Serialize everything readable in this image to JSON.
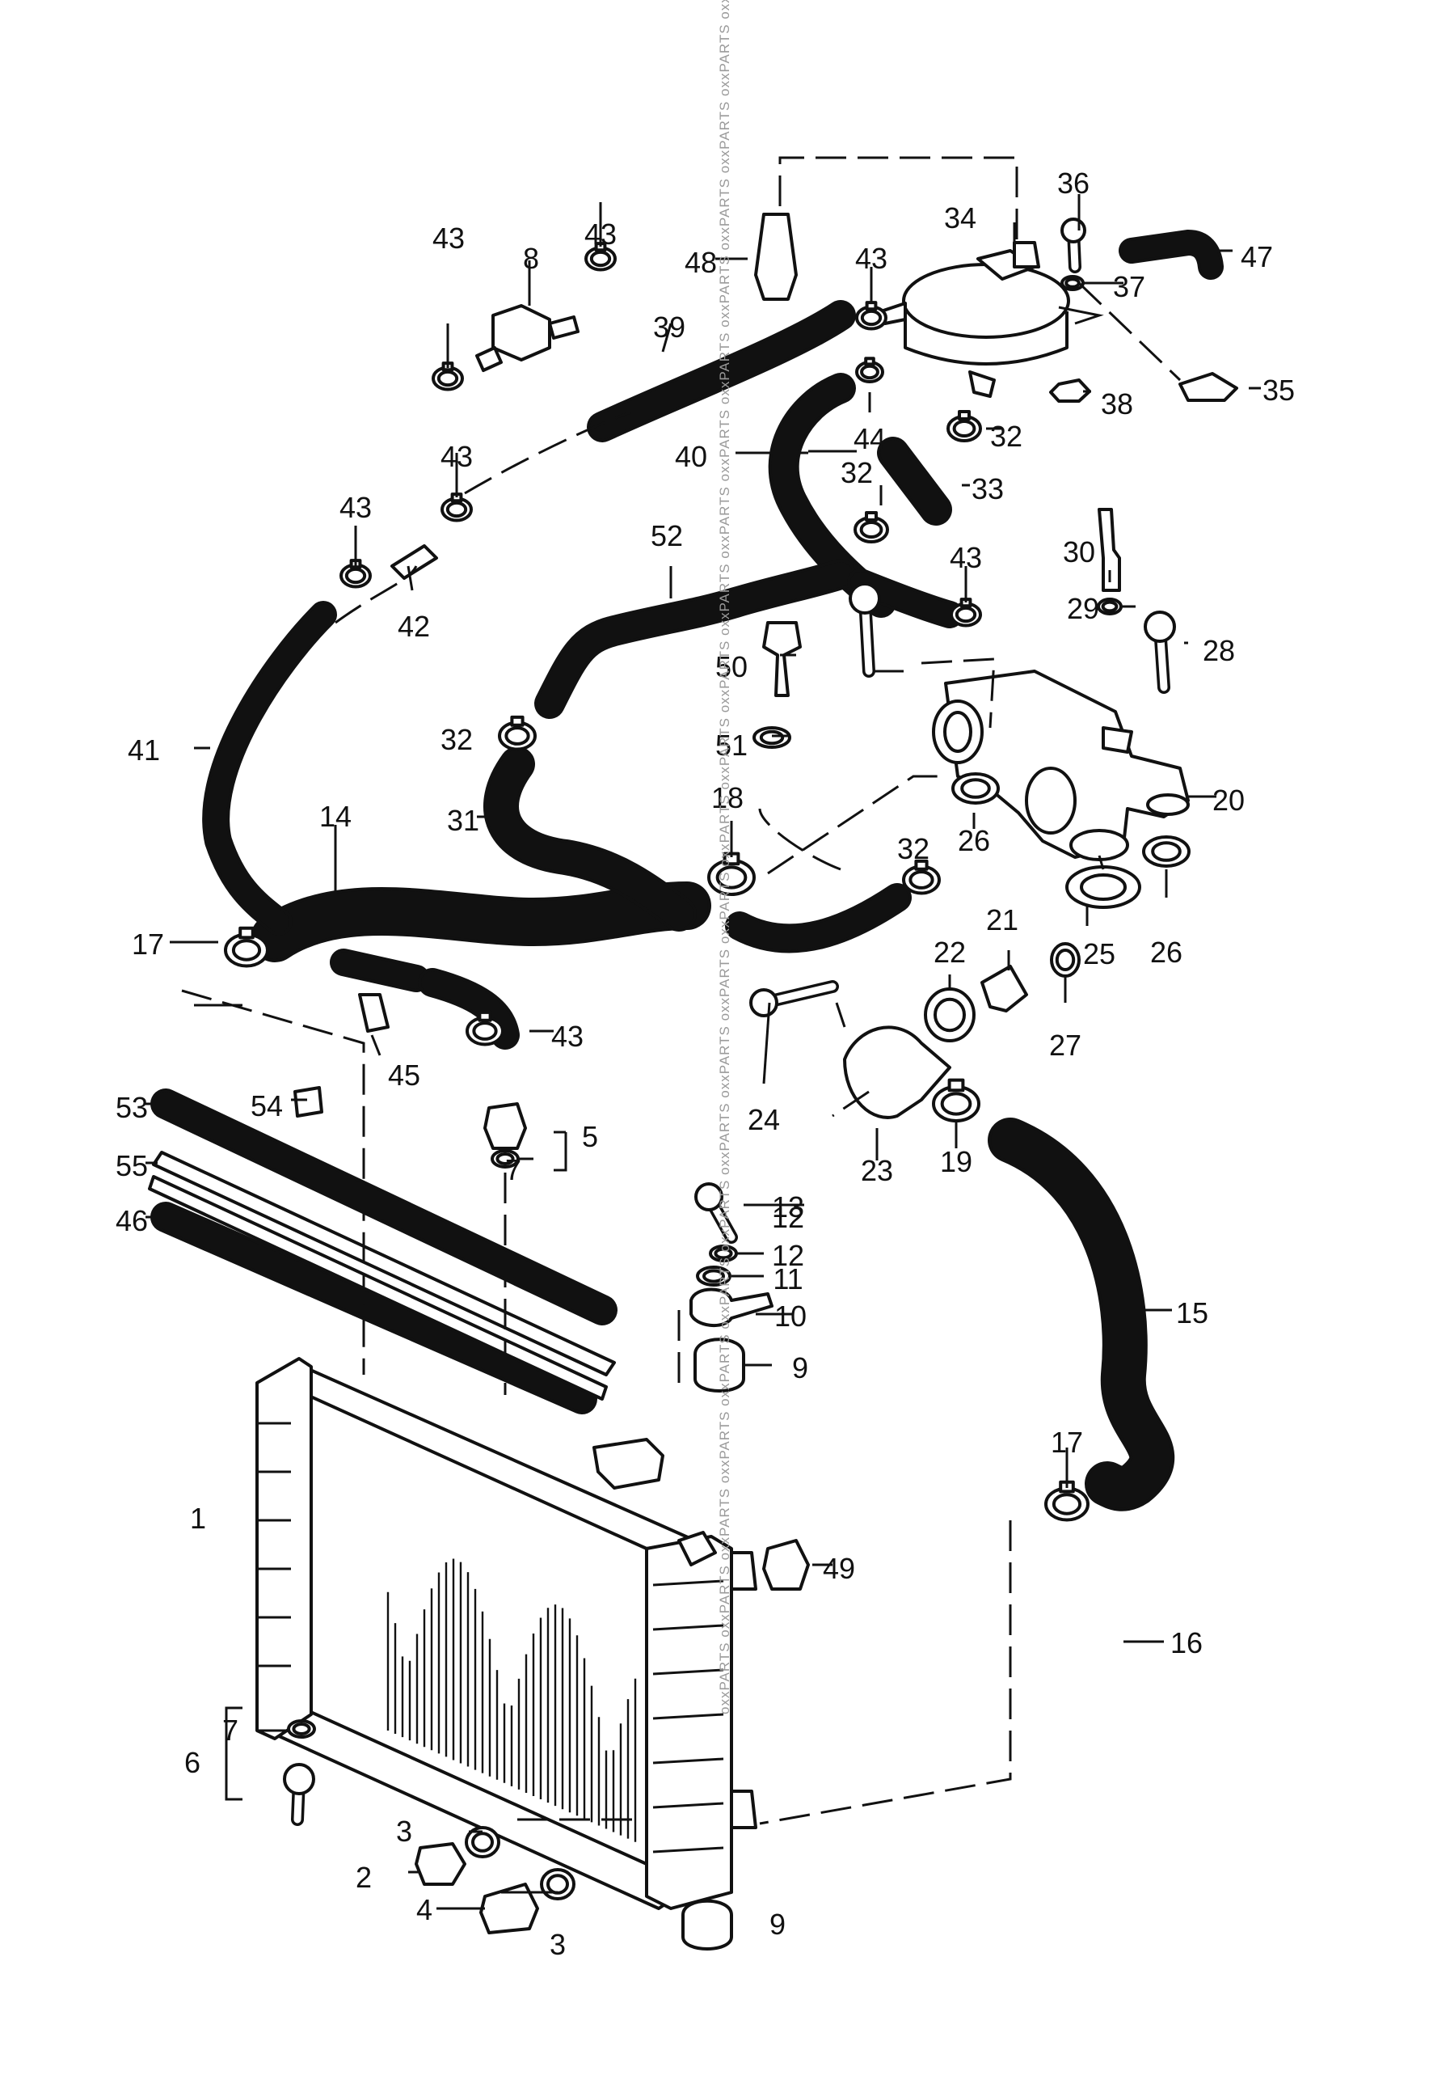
{
  "callouts": [
    {
      "text": "1"
    },
    {
      "text": "2"
    },
    {
      "text": "3"
    },
    {
      "text": "3"
    },
    {
      "text": "4"
    },
    {
      "text": "5"
    },
    {
      "text": "6"
    },
    {
      "text": "7"
    },
    {
      "text": "7"
    },
    {
      "text": "8"
    },
    {
      "text": "9"
    },
    {
      "text": "9"
    },
    {
      "text": "10"
    },
    {
      "text": "11"
    },
    {
      "text": "12"
    },
    {
      "text": "12"
    },
    {
      "text": "13"
    },
    {
      "text": "14"
    },
    {
      "text": "15"
    },
    {
      "text": "16"
    },
    {
      "text": "17"
    },
    {
      "text": "17"
    },
    {
      "text": "18"
    },
    {
      "text": "19"
    },
    {
      "text": "20"
    },
    {
      "text": "21"
    },
    {
      "text": "22"
    },
    {
      "text": "23"
    },
    {
      "text": "24"
    },
    {
      "text": "25"
    },
    {
      "text": "26"
    },
    {
      "text": "26"
    },
    {
      "text": "27"
    },
    {
      "text": "28"
    },
    {
      "text": "29"
    },
    {
      "text": "30"
    },
    {
      "text": "31"
    },
    {
      "text": "32"
    },
    {
      "text": "32"
    },
    {
      "text": "32"
    },
    {
      "text": "32"
    },
    {
      "text": "33"
    },
    {
      "text": "34"
    },
    {
      "text": "35"
    },
    {
      "text": "36"
    },
    {
      "text": "37"
    },
    {
      "text": "38"
    },
    {
      "text": "39"
    },
    {
      "text": "40"
    },
    {
      "text": "41"
    },
    {
      "text": "42"
    },
    {
      "text": "43"
    },
    {
      "text": "43"
    },
    {
      "text": "43"
    },
    {
      "text": "43"
    },
    {
      "text": "43"
    },
    {
      "text": "43"
    },
    {
      "text": "43"
    },
    {
      "text": "44"
    },
    {
      "text": "45"
    },
    {
      "text": "46"
    },
    {
      "text": "47"
    },
    {
      "text": "48"
    },
    {
      "text": "49"
    },
    {
      "text": "50"
    },
    {
      "text": "51"
    },
    {
      "text": "52"
    },
    {
      "text": "53"
    },
    {
      "text": "54"
    },
    {
      "text": "55"
    }
  ],
  "watermark": "oxxPARTS oxxPARTS oxxPARTS oxxPARTS oxxPARTS oxxPARTS oxxPARTS oxxPARTS oxxPARTS oxxPARTS oxxPARTS oxxPARTS oxxPARTS oxxPARTS oxxPARTS oxxPARTS oxxPARTS oxxPARTS oxxPARTS oxxPARTS oxxPARTS oxxPARTS oxxPARTS oxxPARTS oxxPARTS oxxPARTS oxxPARTS oxxPARTS oxxPARTS oxxPARTS oxxPARTS oxxPARTS oxxPARTS oxxPARTS"
}
